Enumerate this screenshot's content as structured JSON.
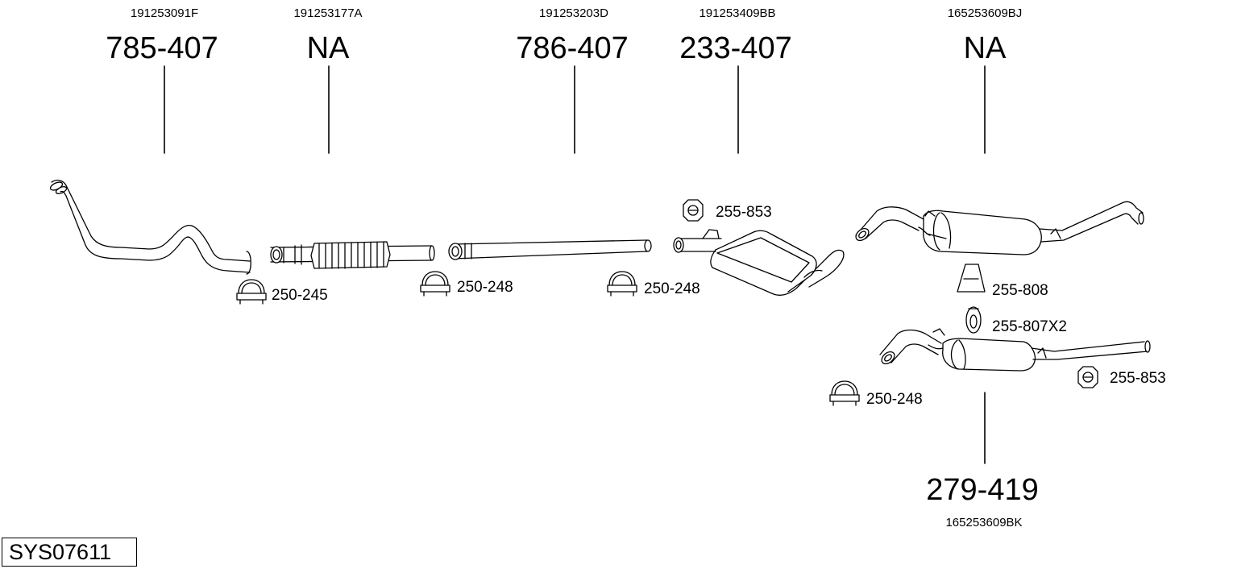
{
  "system_code": "SYS07611",
  "parts": [
    {
      "oe": "191253091F",
      "part": "785-407"
    },
    {
      "oe": "191253177A",
      "part": "NA"
    },
    {
      "oe": "191253203D",
      "part": "786-407"
    },
    {
      "oe": "191253409BB",
      "part": "233-407"
    },
    {
      "oe": "165253609BJ",
      "part": "NA"
    },
    {
      "oe": "165253609BK",
      "part": "279-419"
    }
  ],
  "accessories": [
    {
      "code": "250-245"
    },
    {
      "code": "250-248"
    },
    {
      "code": "250-248"
    },
    {
      "code": "255-853"
    },
    {
      "code": "255-808"
    },
    {
      "code": "255-807X2"
    },
    {
      "code": "255-853"
    },
    {
      "code": "250-248"
    }
  ]
}
